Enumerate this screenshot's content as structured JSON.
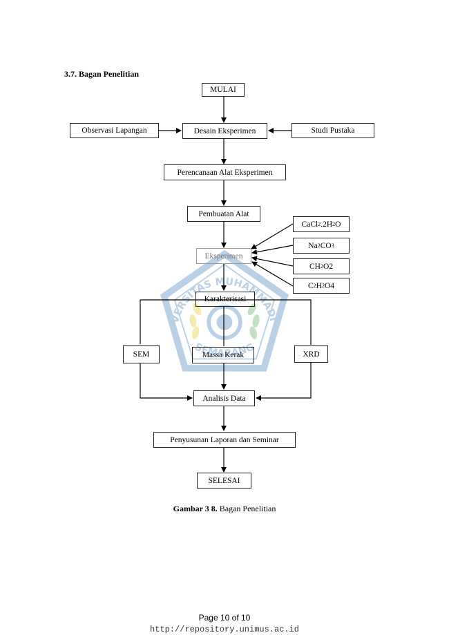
{
  "heading": "3.7. Bagan Penelitian",
  "nodes": {
    "mulai": "MULAI",
    "observasi": "Observasi Lapangan",
    "desain": "Desain Eksperimen",
    "studi": "Studi Pustaka",
    "perencanaan": "Perencanaan Alat Eksperimen",
    "pembuatan": "Pembuatan Alat",
    "eksperimen": "Eksperimen",
    "karakterisasi": "Karakterisasi",
    "sem": "SEM",
    "massa": "Massa Kerak",
    "xrd": "XRD",
    "analisis": "Analisis Data",
    "penyusunan": "Penyusunan Laporan dan Seminar",
    "selesai": "SELESAI"
  },
  "chemicals": {
    "cacl2": [
      "CaCl",
      "2",
      ".2H",
      "2",
      "O"
    ],
    "na2co3": [
      "Na",
      "2",
      "CO",
      "3"
    ],
    "ch2o2": [
      "CH",
      "2",
      "O2"
    ],
    "c2h2o4": [
      "C",
      "2",
      "H",
      "2",
      "O4"
    ]
  },
  "watermark": {
    "top_text": "UNIVERSITAS MUHAMMADIYAH",
    "bottom_text": "SEMARANG",
    "color": "#2a6fb6",
    "accent": "#e2c400"
  },
  "caption": {
    "label": "Gambar 3 8.",
    "text": "Bagan Penelitian"
  },
  "footer": {
    "page": "Page 10 of 10",
    "url": "http://repository.unimus.ac.id"
  }
}
